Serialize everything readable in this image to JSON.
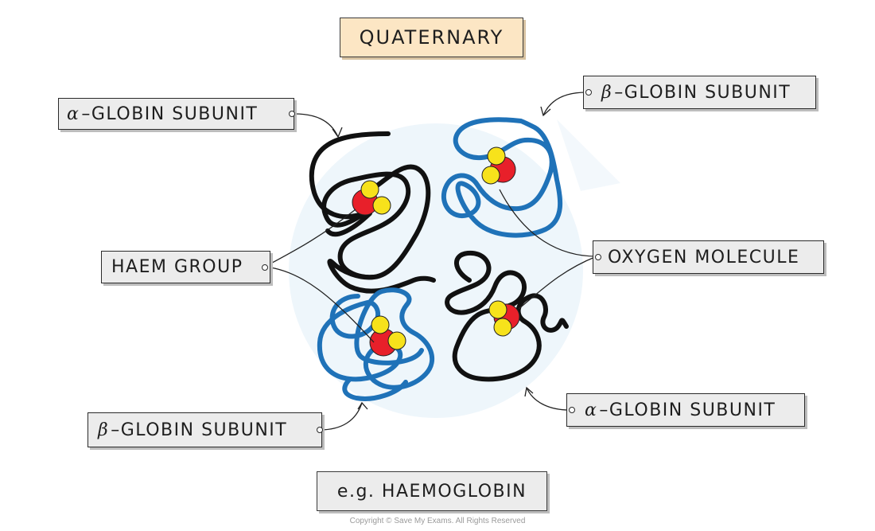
{
  "title": "QUATERNARY",
  "example": "e.g. HAEMOGLOBIN",
  "copyright": "Copyright © Save My Exams. All Rights Reserved",
  "labels": {
    "alpha_top": {
      "greek": "α",
      "text": "–GLOBIN SUBUNIT"
    },
    "beta_top": {
      "greek": "β",
      "text": "–GLOBIN SUBUNIT"
    },
    "haem": {
      "text": "HAEM GROUP"
    },
    "oxygen": {
      "text": "OXYGEN MOLECULE"
    },
    "alpha_bottom": {
      "greek": "α",
      "text": "–GLOBIN SUBUNIT"
    },
    "beta_bottom": {
      "greek": "β",
      "text": "–GLOBIN SUBUNIT"
    }
  },
  "colors": {
    "alpha_chain": "#111111",
    "beta_chain": "#1f72b8",
    "haem": "#e8202a",
    "oxygen": "#f7e21b",
    "title_bg": "#fce6c4",
    "label_bg": "#ececec"
  }
}
